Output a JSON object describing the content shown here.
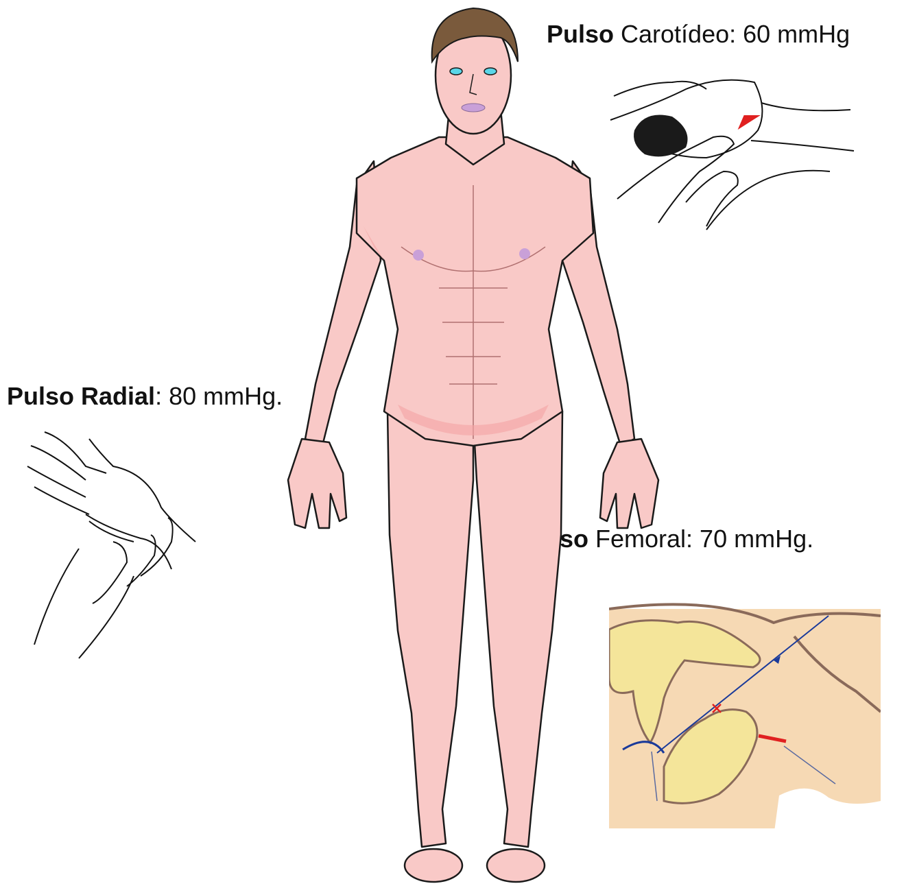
{
  "labels": {
    "carotid": {
      "strong": "Pulso",
      "rest": " Carotídeo: 60 mmHg"
    },
    "radial": {
      "strong": "Pulso Radial",
      "rest": ": 80 mmHg."
    },
    "femoral": {
      "strong": "Pulso",
      "rest": " Femoral: 70 mmHg."
    }
  },
  "colors": {
    "skin": "#f9c9c7",
    "skin_shadow": "#f4a3a3",
    "hair": "#7a5a3c",
    "outline": "#1a1a1a",
    "eyes": "#5ad6e8",
    "lips": "#c9a0d8",
    "femoral_hand": "#f4e59a",
    "femoral_bg": "#f6d9b4",
    "vessel_blue": "#1a3a9a",
    "artery_red": "#e02020"
  }
}
